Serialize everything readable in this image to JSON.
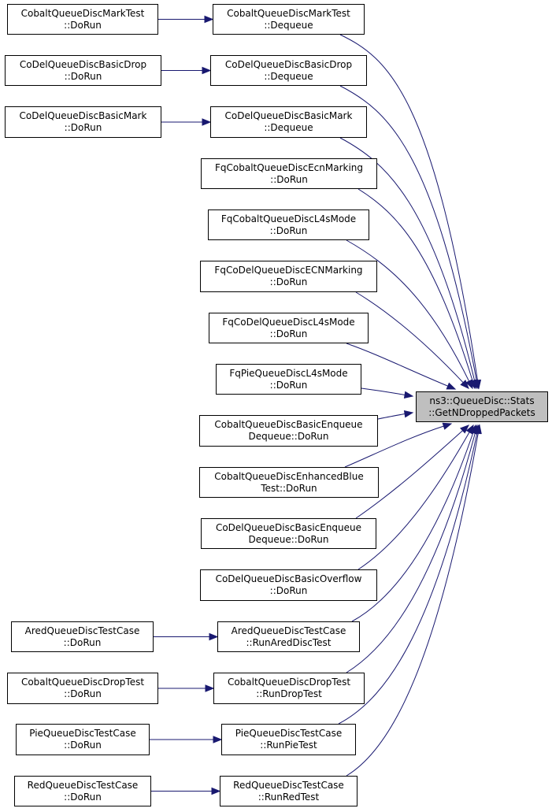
{
  "graph": {
    "target": {
      "id": "target",
      "lines": [
        "ns3::QueueDisc::Stats",
        "::GetNDroppedPackets"
      ]
    },
    "nodes": [
      {
        "id": "cobalt_mark_dequeue",
        "lines": [
          "CobaltQueueDiscMarkTest",
          "::Dequeue"
        ]
      },
      {
        "id": "cobalt_mark_dorun",
        "lines": [
          "CobaltQueueDiscMarkTest",
          "::DoRun"
        ]
      },
      {
        "id": "codel_drop_dequeue",
        "lines": [
          "CoDelQueueDiscBasicDrop",
          "::Dequeue"
        ]
      },
      {
        "id": "codel_drop_dorun",
        "lines": [
          "CoDelQueueDiscBasicDrop",
          "::DoRun"
        ]
      },
      {
        "id": "codel_mark_dequeue",
        "lines": [
          "CoDelQueueDiscBasicMark",
          "::Dequeue"
        ]
      },
      {
        "id": "codel_mark_dorun",
        "lines": [
          "CoDelQueueDiscBasicMark",
          "::DoRun"
        ]
      },
      {
        "id": "fqcobalt_ecn",
        "lines": [
          "FqCobaltQueueDiscEcnMarking",
          "::DoRun"
        ]
      },
      {
        "id": "fqcobalt_l4s",
        "lines": [
          "FqCobaltQueueDiscL4sMode",
          "::DoRun"
        ]
      },
      {
        "id": "fqcodel_ecn",
        "lines": [
          "FqCoDelQueueDiscECNMarking",
          "::DoRun"
        ]
      },
      {
        "id": "fqcodel_l4s",
        "lines": [
          "FqCoDelQueueDiscL4sMode",
          "::DoRun"
        ]
      },
      {
        "id": "fqpie_l4s",
        "lines": [
          "FqPieQueueDiscL4sMode",
          "::DoRun"
        ]
      },
      {
        "id": "cobalt_enq_deq",
        "lines": [
          "CobaltQueueDiscBasicEnqueue",
          "Dequeue::DoRun"
        ]
      },
      {
        "id": "cobalt_blue",
        "lines": [
          "CobaltQueueDiscEnhancedBlue",
          "Test::DoRun"
        ]
      },
      {
        "id": "codel_enq_deq",
        "lines": [
          "CoDelQueueDiscBasicEnqueue",
          "Dequeue::DoRun"
        ]
      },
      {
        "id": "codel_overflow",
        "lines": [
          "CoDelQueueDiscBasicOverflow",
          "::DoRun"
        ]
      },
      {
        "id": "ared_run",
        "lines": [
          "AredQueueDiscTestCase",
          "::RunAredDiscTest"
        ]
      },
      {
        "id": "ared_dorun",
        "lines": [
          "AredQueueDiscTestCase",
          "::DoRun"
        ]
      },
      {
        "id": "cobalt_drop_run",
        "lines": [
          "CobaltQueueDiscDropTest",
          "::RunDropTest"
        ]
      },
      {
        "id": "cobalt_drop_dorun",
        "lines": [
          "CobaltQueueDiscDropTest",
          "::DoRun"
        ]
      },
      {
        "id": "pie_run",
        "lines": [
          "PieQueueDiscTestCase",
          "::RunPieTest"
        ]
      },
      {
        "id": "pie_dorun",
        "lines": [
          "PieQueueDiscTestCase",
          "::DoRun"
        ]
      },
      {
        "id": "red_run",
        "lines": [
          "RedQueueDiscTestCase",
          "::RunRedTest"
        ]
      },
      {
        "id": "red_dorun",
        "lines": [
          "RedQueueDiscTestCase",
          "::DoRun"
        ]
      }
    ],
    "edges": [
      {
        "from": "cobalt_mark_dorun",
        "to": "cobalt_mark_dequeue"
      },
      {
        "from": "codel_drop_dorun",
        "to": "codel_drop_dequeue"
      },
      {
        "from": "codel_mark_dorun",
        "to": "codel_mark_dequeue"
      },
      {
        "from": "ared_dorun",
        "to": "ared_run"
      },
      {
        "from": "cobalt_drop_dorun",
        "to": "cobalt_drop_run"
      },
      {
        "from": "pie_dorun",
        "to": "pie_run"
      },
      {
        "from": "red_dorun",
        "to": "red_run"
      },
      {
        "from": "cobalt_mark_dequeue",
        "to": "target"
      },
      {
        "from": "codel_drop_dequeue",
        "to": "target"
      },
      {
        "from": "codel_mark_dequeue",
        "to": "target"
      },
      {
        "from": "fqcobalt_ecn",
        "to": "target"
      },
      {
        "from": "fqcobalt_l4s",
        "to": "target"
      },
      {
        "from": "fqcodel_ecn",
        "to": "target"
      },
      {
        "from": "fqcodel_l4s",
        "to": "target"
      },
      {
        "from": "fqpie_l4s",
        "to": "target"
      },
      {
        "from": "cobalt_enq_deq",
        "to": "target"
      },
      {
        "from": "cobalt_blue",
        "to": "target"
      },
      {
        "from": "codel_enq_deq",
        "to": "target"
      },
      {
        "from": "codel_overflow",
        "to": "target"
      },
      {
        "from": "ared_run",
        "to": "target"
      },
      {
        "from": "cobalt_drop_run",
        "to": "target"
      },
      {
        "from": "pie_run",
        "to": "target"
      },
      {
        "from": "red_run",
        "to": "target"
      }
    ],
    "colors": {
      "edge": "#191970",
      "target_fill": "#bfbfbf",
      "node_border": "#000000"
    }
  }
}
